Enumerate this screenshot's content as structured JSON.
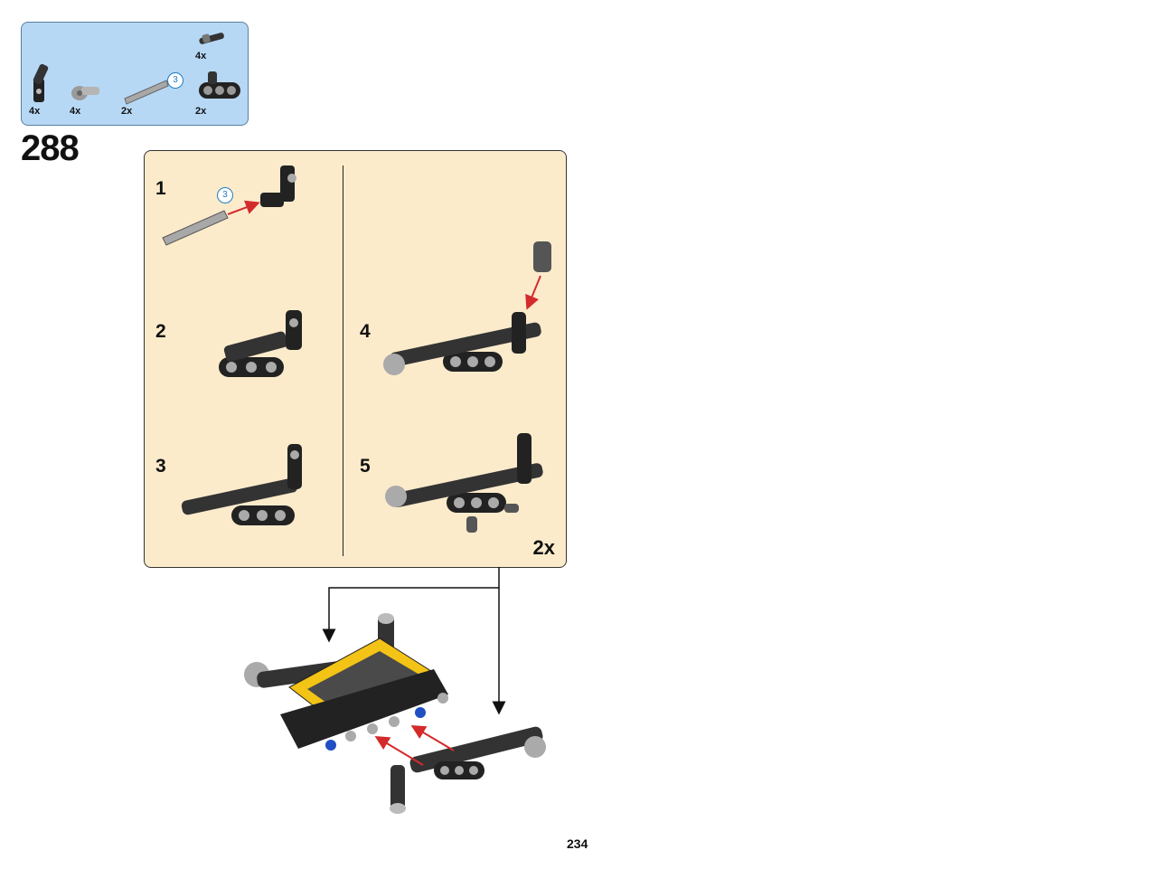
{
  "parts_list": {
    "items": [
      {
        "name": "angle-connector-icon",
        "qty": "4x"
      },
      {
        "name": "axle-pin-icon",
        "qty": "4x"
      },
      {
        "name": "axle-3-icon",
        "qty": "2x",
        "length": "3"
      },
      {
        "name": "pin-connector-icon",
        "qty": "4x"
      },
      {
        "name": "beam-3-icon",
        "qty": "2x"
      }
    ]
  },
  "step": {
    "number": "288",
    "substeps": [
      "1",
      "2",
      "3",
      "4",
      "5"
    ],
    "axle_length": "3",
    "multiplier": "2x"
  },
  "page": {
    "number": "234"
  },
  "colors": {
    "parts_bg": "#b6d8f5",
    "substep_bg": "#fcebcb",
    "arrow": "#d32b2b",
    "accent_blue": "#1f7fc2",
    "yellow": "#f3c316"
  }
}
